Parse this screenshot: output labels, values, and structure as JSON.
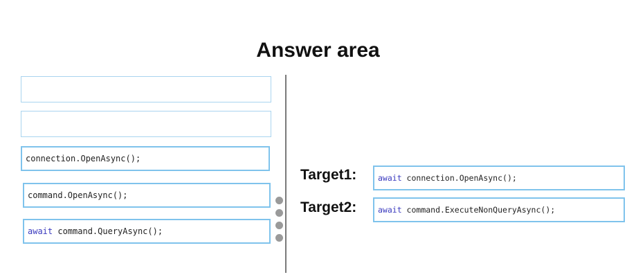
{
  "title": "Answer area",
  "source_tiles": [
    {
      "keyword": "",
      "code": ""
    },
    {
      "keyword": "",
      "code": ""
    },
    {
      "keyword": "",
      "code": "connection.OpenAsync();"
    },
    {
      "keyword": "",
      "code": "command.OpenAsync();"
    },
    {
      "keyword": "await",
      "code": " command.QueryAsync();"
    }
  ],
  "targets": [
    {
      "label": "Target1:",
      "keyword": "await",
      "code": " connection.OpenAsync();"
    },
    {
      "label": "Target2:",
      "keyword": "await",
      "code": " command.ExecuteNonQueryAsync();"
    }
  ],
  "colors": {
    "tile_border": "#7fc3ec",
    "keyword": "#3b3bbf",
    "divider": "#7a7a7a"
  }
}
